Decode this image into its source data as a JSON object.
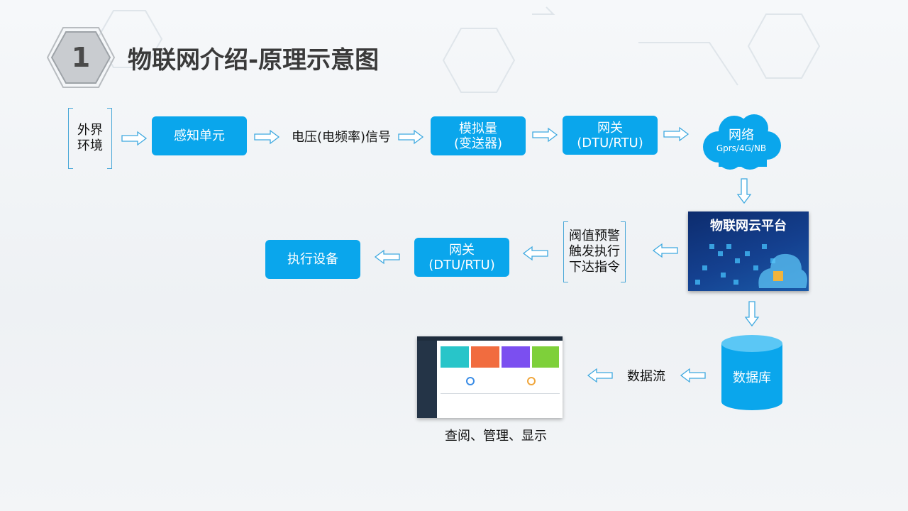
{
  "header": {
    "number": "1",
    "title": "物联网介绍-原理示意图"
  },
  "flow": {
    "env": [
      "外界",
      "环境"
    ],
    "sensor": "感知单元",
    "signal": "电压(电频率)信号",
    "analog": [
      "模拟量",
      "(变送器)"
    ],
    "gateway1": [
      "网关",
      "(DTU/RTU)"
    ],
    "network": {
      "title": "网络",
      "sub": "Gprs/4G/NB"
    },
    "cloud_platform": "物联网云平台",
    "threshold": [
      "阀值预警",
      "触发执行",
      "下达指令"
    ],
    "gateway2": [
      "网关",
      "(DTU/RTU)"
    ],
    "actuator": "执行设备",
    "database": "数据库",
    "dataflow": "数据流",
    "query": "查阅、管理、显示"
  },
  "colors": {
    "accent": "#0aa6ec",
    "arrow": "#3ea9e0",
    "title": "#3a3a3a"
  }
}
